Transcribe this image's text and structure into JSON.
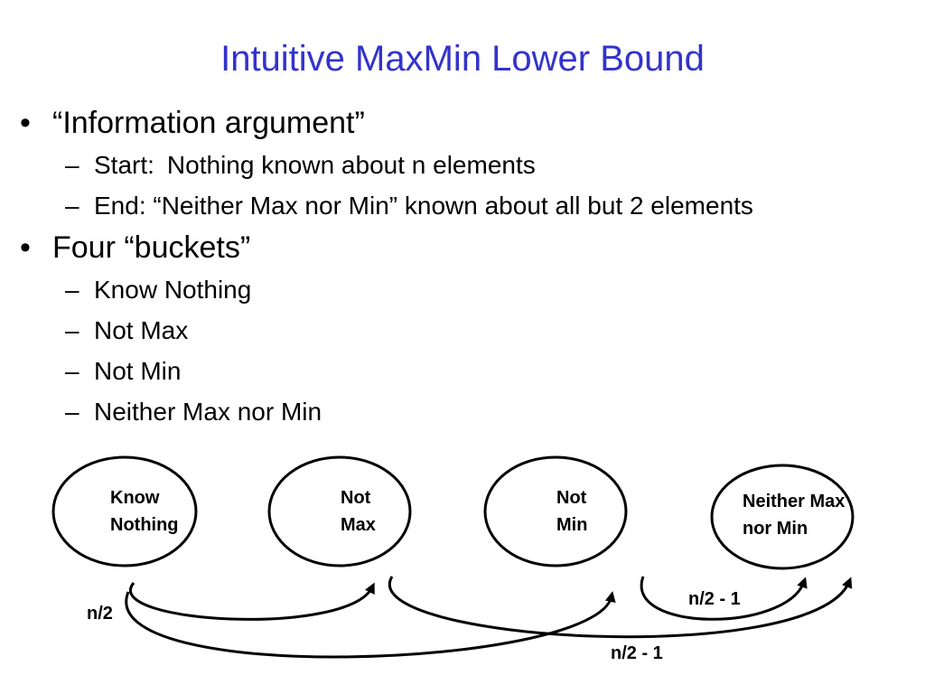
{
  "title": "Intuitive MaxMin Lower Bound",
  "bullets": [
    {
      "text": "“Information argument”",
      "sub": [
        {
          "lead": "Start:",
          "text": "Nothing known about n elements"
        },
        {
          "text": "End: “Neither Max nor Min” known about all but 2 elements"
        }
      ]
    },
    {
      "text": "Four “buckets”",
      "sub": [
        {
          "text": "Know Nothing"
        },
        {
          "text": "Not Max"
        },
        {
          "text": "Not Min"
        },
        {
          "text": "Neither Max nor Min"
        }
      ]
    }
  ],
  "bullet_mark": "•",
  "sub_mark": "–",
  "diagram": {
    "nodes": [
      {
        "id": "know-nothing",
        "label": "Know\nNothing"
      },
      {
        "id": "not-max",
        "label": "Not\nMax"
      },
      {
        "id": "not-min",
        "label": "Not\nMin"
      },
      {
        "id": "neither",
        "label": "Neither Max\nnor Min"
      }
    ],
    "edges": [
      {
        "from": "know-nothing",
        "to": "not-max",
        "label": "n/2"
      },
      {
        "from": "know-nothing",
        "to": "not-min",
        "label": ""
      },
      {
        "from": "not-max",
        "to": "neither",
        "label": "n/2 - 1"
      },
      {
        "from": "not-min",
        "to": "neither",
        "label": "n/2 - 1"
      }
    ]
  }
}
